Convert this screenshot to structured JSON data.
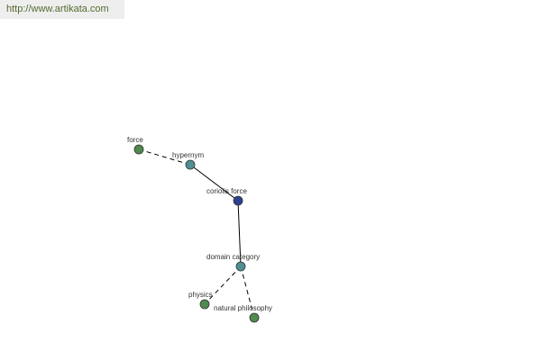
{
  "source": {
    "link_text": "http://www.artikata.com"
  },
  "colors": {
    "link": "#556b2f",
    "banner": "#eeeeee",
    "leaf_node": "#4f8a4f",
    "relation_node": "#4f8f95",
    "center_node": "#2e3f8f",
    "edge": "#000000"
  },
  "graph": {
    "nodes": [
      {
        "id": "force",
        "label": "force",
        "kind": "leaf"
      },
      {
        "id": "hypernym",
        "label": "hypernym",
        "kind": "relation"
      },
      {
        "id": "coriolis",
        "label": "coriolis force",
        "kind": "center"
      },
      {
        "id": "domain",
        "label": "domain category",
        "kind": "relation"
      },
      {
        "id": "physics",
        "label": "physics",
        "kind": "leaf"
      },
      {
        "id": "natphil",
        "label": "natural philosophy",
        "kind": "leaf"
      }
    ],
    "edges": [
      {
        "from": "force",
        "to": "hypernym",
        "style": "dashed"
      },
      {
        "from": "hypernym",
        "to": "coriolis",
        "style": "solid"
      },
      {
        "from": "coriolis",
        "to": "domain",
        "style": "solid"
      },
      {
        "from": "domain",
        "to": "physics",
        "style": "dashed"
      },
      {
        "from": "domain",
        "to": "natphil",
        "style": "dashed"
      }
    ]
  }
}
